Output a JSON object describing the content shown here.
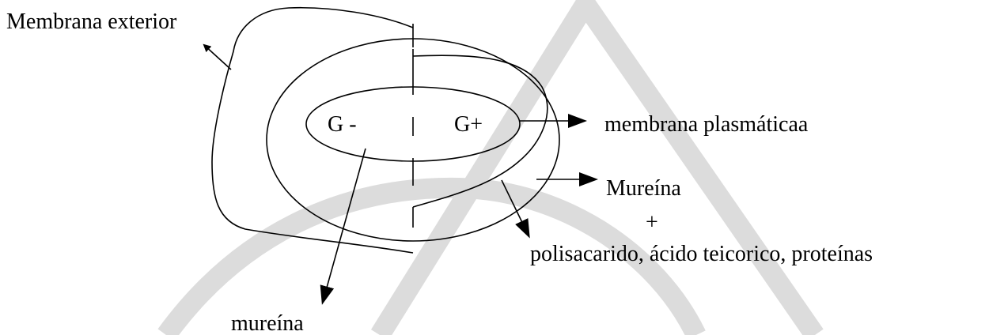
{
  "diagram": {
    "labels": {
      "outer_membrane": "Membrana exterior",
      "gram_negative": "G -",
      "gram_positive": "G+",
      "plasma_membrane": "membrana plasmáticaa",
      "murein_upper": "Mureína",
      "plus_sign": "+",
      "cell_wall_components": "polisacarido, ácido teicorico, proteínas",
      "murein_lower": "mureína"
    },
    "colors": {
      "ink": "#000000",
      "watermark": "#dcdcdc",
      "background": "#ffffff"
    }
  }
}
